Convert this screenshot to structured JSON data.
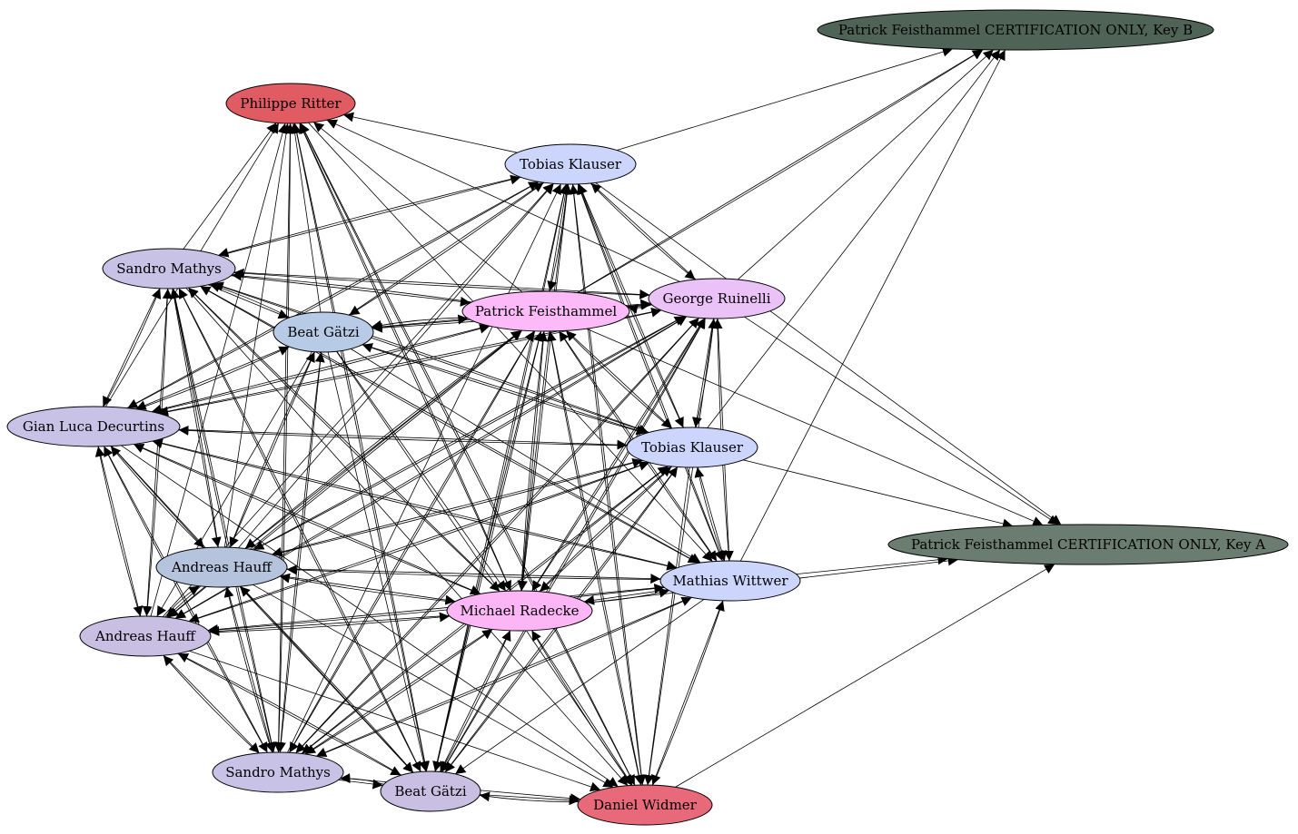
{
  "nodes": [
    {
      "id": "pf_cert_b",
      "label": "Patrick Feisthammel CERTIFICATION ONLY, Key B",
      "color": "#4f6357",
      "text_color": "#000000"
    },
    {
      "id": "ritter",
      "label": "Philippe Ritter",
      "color": "#e05c62",
      "text_color": "#000000"
    },
    {
      "id": "klauser1",
      "label": "Tobias Klauser",
      "color": "#ccd6fc",
      "text_color": "#000000"
    },
    {
      "id": "mathys1",
      "label": "Sandro Mathys",
      "color": "#c8c3e6",
      "text_color": "#000000"
    },
    {
      "id": "ruinelli",
      "label": "George Ruinelli",
      "color": "#ebc2f7",
      "text_color": "#000000"
    },
    {
      "id": "feisthammel",
      "label": "Patrick Feisthammel",
      "color": "#fcbaf8",
      "text_color": "#000000"
    },
    {
      "id": "gatzi1",
      "label": "Beat Gätzi",
      "color": "#b8cbe6",
      "text_color": "#000000"
    },
    {
      "id": "decurtins",
      "label": "Gian Luca Decurtins",
      "color": "#c8c3e6",
      "text_color": "#000000"
    },
    {
      "id": "klauser2",
      "label": "Tobias Klauser",
      "color": "#ccd6fc",
      "text_color": "#000000"
    },
    {
      "id": "pf_cert_a",
      "label": "Patrick Feisthammel CERTIFICATION ONLY, Key A",
      "color": "#6b7d71",
      "text_color": "#000000"
    },
    {
      "id": "hauff1",
      "label": "Andreas Hauff",
      "color": "#b5c3dc",
      "text_color": "#000000"
    },
    {
      "id": "wittwer",
      "label": "Mathias Wittwer",
      "color": "#ccd6fc",
      "text_color": "#000000"
    },
    {
      "id": "radecke",
      "label": "Michael Radecke",
      "color": "#fcb5f5",
      "text_color": "#000000"
    },
    {
      "id": "hauff2",
      "label": "Andreas Hauff",
      "color": "#c8bfe2",
      "text_color": "#000000"
    },
    {
      "id": "mathys2",
      "label": "Sandro Mathys",
      "color": "#c8c3e6",
      "text_color": "#000000"
    },
    {
      "id": "gatzi2",
      "label": "Beat Gätzi",
      "color": "#c8bfe2",
      "text_color": "#000000"
    },
    {
      "id": "widmer",
      "label": "Daniel Widmer",
      "color": "#e86a7a",
      "text_color": "#000000"
    }
  ],
  "edges": [
    [
      "klauser1",
      "pf_cert_b"
    ],
    [
      "feisthammel",
      "pf_cert_b"
    ],
    [
      "ruinelli",
      "pf_cert_b"
    ],
    [
      "klauser2",
      "pf_cert_b"
    ],
    [
      "wittwer",
      "pf_cert_b"
    ],
    [
      "feisthammel",
      "pf_cert_a"
    ],
    [
      "ruinelli",
      "pf_cert_a"
    ],
    [
      "klauser2",
      "pf_cert_a"
    ],
    [
      "wittwer",
      "pf_cert_a"
    ],
    [
      "klauser1",
      "pf_cert_a"
    ],
    [
      "widmer",
      "pf_cert_a"
    ],
    [
      "radecke",
      "pf_cert_a"
    ],
    [
      "feisthammel",
      "pf_cert_b"
    ],
    [
      "klauser1",
      "ritter"
    ],
    [
      "ruinelli",
      "ritter"
    ],
    [
      "mathys1",
      "ritter"
    ],
    [
      "gatzi1",
      "ritter"
    ],
    [
      "hauff1",
      "ritter"
    ],
    [
      "mathys2",
      "ritter"
    ],
    [
      "gatzi2",
      "ritter"
    ],
    [
      "radecke",
      "ritter"
    ],
    [
      "widmer",
      "ritter"
    ],
    [
      "feisthammel",
      "ritter"
    ],
    [
      "hauff2",
      "ritter"
    ],
    [
      "decurtins",
      "ritter"
    ],
    [
      "ritter",
      "mathys2"
    ],
    [
      "ritter",
      "gatzi2"
    ],
    [
      "ritter",
      "radecke"
    ],
    [
      "ritter",
      "widmer"
    ],
    [
      "ritter",
      "wittwer"
    ],
    [
      "mathys1",
      "klauser1"
    ],
    [
      "gatzi1",
      "klauser1"
    ],
    [
      "decurtins",
      "klauser1"
    ],
    [
      "hauff1",
      "klauser1"
    ],
    [
      "hauff2",
      "klauser1"
    ],
    [
      "mathys2",
      "klauser1"
    ],
    [
      "gatzi2",
      "klauser1"
    ],
    [
      "radecke",
      "klauser1"
    ],
    [
      "feisthammel",
      "klauser1"
    ],
    [
      "ruinelli",
      "klauser1"
    ],
    [
      "klauser2",
      "klauser1"
    ],
    [
      "wittwer",
      "klauser1"
    ],
    [
      "widmer",
      "klauser1"
    ],
    [
      "klauser1",
      "mathys1"
    ],
    [
      "klauser1",
      "gatzi1"
    ],
    [
      "klauser1",
      "decurtins"
    ],
    [
      "klauser1",
      "feisthammel"
    ],
    [
      "klauser1",
      "ruinelli"
    ],
    [
      "klauser1",
      "klauser2"
    ],
    [
      "klauser1",
      "wittwer"
    ],
    [
      "klauser1",
      "widmer"
    ],
    [
      "klauser1",
      "radecke"
    ],
    [
      "klauser1",
      "gatzi2"
    ],
    [
      "mathys1",
      "feisthammel"
    ],
    [
      "mathys1",
      "ruinelli"
    ],
    [
      "mathys1",
      "gatzi1"
    ],
    [
      "mathys1",
      "decurtins"
    ],
    [
      "mathys1",
      "hauff1"
    ],
    [
      "mathys1",
      "hauff2"
    ],
    [
      "mathys1",
      "mathys2"
    ],
    [
      "mathys1",
      "gatzi2"
    ],
    [
      "mathys1",
      "radecke"
    ],
    [
      "mathys1",
      "klauser2"
    ],
    [
      "mathys1",
      "wittwer"
    ],
    [
      "mathys1",
      "widmer"
    ],
    [
      "feisthammel",
      "mathys1"
    ],
    [
      "ruinelli",
      "mathys1"
    ],
    [
      "gatzi1",
      "mathys1"
    ],
    [
      "decurtins",
      "mathys1"
    ],
    [
      "hauff1",
      "mathys1"
    ],
    [
      "hauff2",
      "mathys1"
    ],
    [
      "mathys2",
      "mathys1"
    ],
    [
      "gatzi2",
      "mathys1"
    ],
    [
      "radecke",
      "mathys1"
    ],
    [
      "klauser2",
      "mathys1"
    ],
    [
      "wittwer",
      "mathys1"
    ],
    [
      "gatzi1",
      "feisthammel"
    ],
    [
      "feisthammel",
      "gatzi1"
    ],
    [
      "gatzi1",
      "ruinelli"
    ],
    [
      "ruinelli",
      "gatzi1"
    ],
    [
      "gatzi1",
      "decurtins"
    ],
    [
      "decurtins",
      "gatzi1"
    ],
    [
      "gatzi1",
      "klauser2"
    ],
    [
      "klauser2",
      "gatzi1"
    ],
    [
      "gatzi1",
      "hauff1"
    ],
    [
      "hauff1",
      "gatzi1"
    ],
    [
      "gatzi1",
      "hauff2"
    ],
    [
      "gatzi1",
      "mathys2"
    ],
    [
      "mathys2",
      "gatzi1"
    ],
    [
      "gatzi1",
      "gatzi2"
    ],
    [
      "gatzi1",
      "radecke"
    ],
    [
      "gatzi1",
      "wittwer"
    ],
    [
      "gatzi1",
      "widmer"
    ],
    [
      "feisthammel",
      "ruinelli"
    ],
    [
      "ruinelli",
      "feisthammel"
    ],
    [
      "feisthammel",
      "decurtins"
    ],
    [
      "decurtins",
      "feisthammel"
    ],
    [
      "feisthammel",
      "klauser2"
    ],
    [
      "klauser2",
      "feisthammel"
    ],
    [
      "feisthammel",
      "hauff1"
    ],
    [
      "hauff1",
      "feisthammel"
    ],
    [
      "feisthammel",
      "hauff2"
    ],
    [
      "hauff2",
      "feisthammel"
    ],
    [
      "feisthammel",
      "mathys2"
    ],
    [
      "mathys2",
      "feisthammel"
    ],
    [
      "feisthammel",
      "gatzi2"
    ],
    [
      "gatzi2",
      "feisthammel"
    ],
    [
      "feisthammel",
      "radecke"
    ],
    [
      "radecke",
      "feisthammel"
    ],
    [
      "feisthammel",
      "wittwer"
    ],
    [
      "wittwer",
      "feisthammel"
    ],
    [
      "feisthammel",
      "widmer"
    ],
    [
      "widmer",
      "feisthammel"
    ],
    [
      "ruinelli",
      "decurtins"
    ],
    [
      "decurtins",
      "ruinelli"
    ],
    [
      "ruinelli",
      "klauser2"
    ],
    [
      "klauser2",
      "ruinelli"
    ],
    [
      "ruinelli",
      "hauff1"
    ],
    [
      "hauff1",
      "ruinelli"
    ],
    [
      "ruinelli",
      "hauff2"
    ],
    [
      "hauff2",
      "ruinelli"
    ],
    [
      "ruinelli",
      "mathys2"
    ],
    [
      "mathys2",
      "ruinelli"
    ],
    [
      "ruinelli",
      "gatzi2"
    ],
    [
      "gatzi2",
      "ruinelli"
    ],
    [
      "ruinelli",
      "radecke"
    ],
    [
      "radecke",
      "ruinelli"
    ],
    [
      "ruinelli",
      "wittwer"
    ],
    [
      "wittwer",
      "ruinelli"
    ],
    [
      "ruinelli",
      "widmer"
    ],
    [
      "decurtins",
      "klauser2"
    ],
    [
      "klauser2",
      "decurtins"
    ],
    [
      "decurtins",
      "hauff1"
    ],
    [
      "hauff1",
      "decurtins"
    ],
    [
      "decurtins",
      "hauff2"
    ],
    [
      "hauff2",
      "decurtins"
    ],
    [
      "decurtins",
      "mathys2"
    ],
    [
      "mathys2",
      "decurtins"
    ],
    [
      "decurtins",
      "gatzi2"
    ],
    [
      "decurtins",
      "radecke"
    ],
    [
      "radecke",
      "decurtins"
    ],
    [
      "decurtins",
      "wittwer"
    ],
    [
      "wittwer",
      "decurtins"
    ],
    [
      "decurtins",
      "widmer"
    ],
    [
      "klauser2",
      "hauff1"
    ],
    [
      "hauff1",
      "klauser2"
    ],
    [
      "klauser2",
      "hauff2"
    ],
    [
      "hauff2",
      "klauser2"
    ],
    [
      "klauser2",
      "mathys2"
    ],
    [
      "mathys2",
      "klauser2"
    ],
    [
      "klauser2",
      "gatzi2"
    ],
    [
      "gatzi2",
      "klauser2"
    ],
    [
      "klauser2",
      "radecke"
    ],
    [
      "radecke",
      "klauser2"
    ],
    [
      "klauser2",
      "wittwer"
    ],
    [
      "wittwer",
      "klauser2"
    ],
    [
      "klauser2",
      "widmer"
    ],
    [
      "hauff1",
      "wittwer"
    ],
    [
      "wittwer",
      "hauff1"
    ],
    [
      "hauff1",
      "radecke"
    ],
    [
      "radecke",
      "hauff1"
    ],
    [
      "hauff1",
      "hauff2"
    ],
    [
      "hauff2",
      "hauff1"
    ],
    [
      "hauff1",
      "mathys2"
    ],
    [
      "mathys2",
      "hauff1"
    ],
    [
      "hauff1",
      "gatzi2"
    ],
    [
      "gatzi2",
      "hauff1"
    ],
    [
      "hauff1",
      "widmer"
    ],
    [
      "wittwer",
      "radecke"
    ],
    [
      "radecke",
      "wittwer"
    ],
    [
      "wittwer",
      "hauff2"
    ],
    [
      "hauff2",
      "wittwer"
    ],
    [
      "wittwer",
      "mathys2"
    ],
    [
      "mathys2",
      "wittwer"
    ],
    [
      "wittwer",
      "widmer"
    ],
    [
      "widmer",
      "wittwer"
    ],
    [
      "wittwer",
      "gatzi2"
    ],
    [
      "radecke",
      "hauff2"
    ],
    [
      "hauff2",
      "radecke"
    ],
    [
      "radecke",
      "mathys2"
    ],
    [
      "mathys2",
      "radecke"
    ],
    [
      "radecke",
      "gatzi2"
    ],
    [
      "gatzi2",
      "radecke"
    ],
    [
      "radecke",
      "widmer"
    ],
    [
      "widmer",
      "radecke"
    ],
    [
      "hauff2",
      "mathys2"
    ],
    [
      "mathys2",
      "hauff2"
    ],
    [
      "hauff2",
      "gatzi2"
    ],
    [
      "gatzi2",
      "hauff2"
    ],
    [
      "hauff2",
      "widmer"
    ],
    [
      "mathys2",
      "gatzi2"
    ],
    [
      "gatzi2",
      "mathys2"
    ],
    [
      "mathys2",
      "widmer"
    ],
    [
      "gatzi2",
      "widmer"
    ],
    [
      "widmer",
      "gatzi2"
    ]
  ]
}
